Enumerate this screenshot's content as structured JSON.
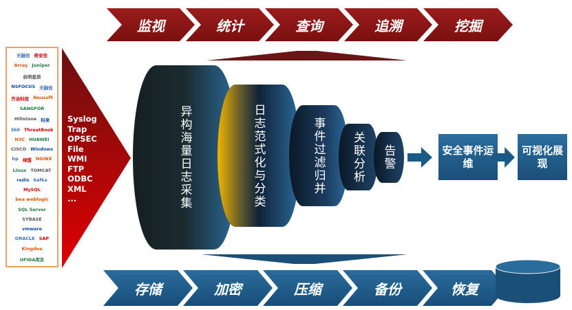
{
  "top_band": [
    "监视",
    "统计",
    "查询",
    "追溯",
    "挖掘"
  ],
  "bottom_band": [
    "存储",
    "加密",
    "压缩",
    "备份",
    "恢复"
  ],
  "logos": [
    "天融信",
    "奇安信",
    "Array",
    "Juniper",
    "启明星辰",
    "NSFOCUS",
    "天融信",
    "齐治科技",
    "Neusoft",
    "SANGFOR",
    "Hillstone",
    "科来",
    "360",
    "ThreatBook",
    "H3C",
    "HUAWEI",
    "CISCO",
    "Windows",
    "hp",
    "绿盟",
    "NGINX",
    "Linux",
    "TOMCAT",
    "redis",
    "kafka",
    "MySQL",
    "bea weblogic",
    "SQL Server",
    "SYBASE",
    "vmware",
    "ORACLE",
    "SAP",
    "Kingdee",
    "UFIDA用友"
  ],
  "protocols": [
    "Syslog",
    "Trap",
    "OPSEC",
    "File",
    "WMI",
    "FTP",
    "ODBC",
    "XML",
    "..."
  ],
  "stages": [
    "异构海量日志采集",
    "日志范式化与分类",
    "事件过滤归并",
    "关联分析",
    "告警"
  ],
  "outputs": [
    "安全事件运维",
    "可视化展现"
  ],
  "colors": {
    "red": "#8b1a1a",
    "blue": "#1f5a86",
    "gold": "#f0b400",
    "logo_border": "#f0a060"
  }
}
